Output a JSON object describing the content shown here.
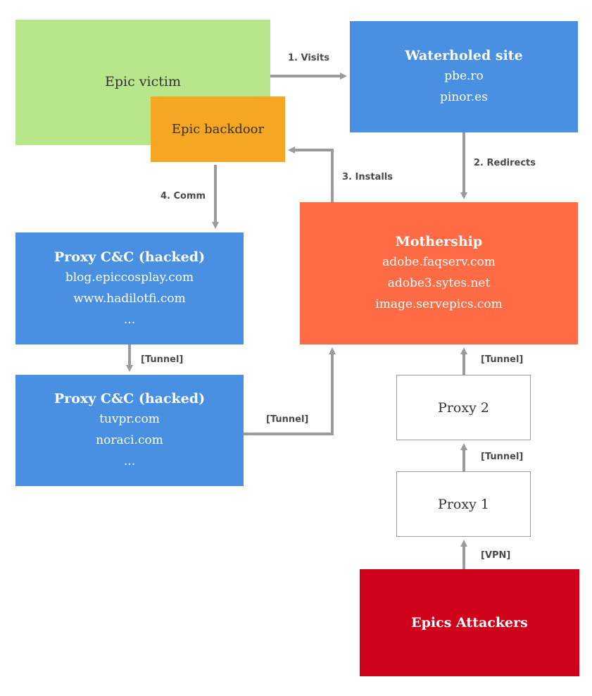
{
  "nodes": {
    "victim": {
      "title": "Epic victim"
    },
    "backdoor": {
      "title": "Epic backdoor"
    },
    "waterholed": {
      "title": "Waterholed site",
      "lines": [
        "pbe.ro",
        "pinor.es"
      ]
    },
    "mothership": {
      "title": "Mothership",
      "lines": [
        "adobe.faqserv.com",
        "adobe3.sytes.net",
        "image.servepics.com"
      ]
    },
    "proxy_cc_1": {
      "title": "Proxy C&C (hacked)",
      "lines": [
        "blog.epiccosplay.com",
        "www.hadilotfi.com",
        "..."
      ]
    },
    "proxy_cc_2": {
      "title": "Proxy C&C (hacked)",
      "lines": [
        "tuvpr.com",
        "noraci.com",
        "..."
      ]
    },
    "proxy2": {
      "title": "Proxy 2"
    },
    "proxy1": {
      "title": "Proxy 1"
    },
    "attackers": {
      "title": "Epics Attackers"
    }
  },
  "edges": {
    "visits": "1. Visits",
    "redirects": "2. Redirects",
    "installs": "3. Installs",
    "comm": "4. Comm",
    "tunnel_cc": "[Tunnel]",
    "tunnel_cc_mothership": "[Tunnel]",
    "tunnel_proxy2_mothership": "[Tunnel]",
    "tunnel_proxy1_proxy2": "[Tunnel]",
    "vpn": "[VPN]"
  },
  "colors": {
    "victim": "#b8e68a",
    "backdoor": "#f5a623",
    "blue": "#4a90e2",
    "mothership": "#ff6b45",
    "attackers": "#d0021b",
    "arrow": "#9b9b9b"
  }
}
